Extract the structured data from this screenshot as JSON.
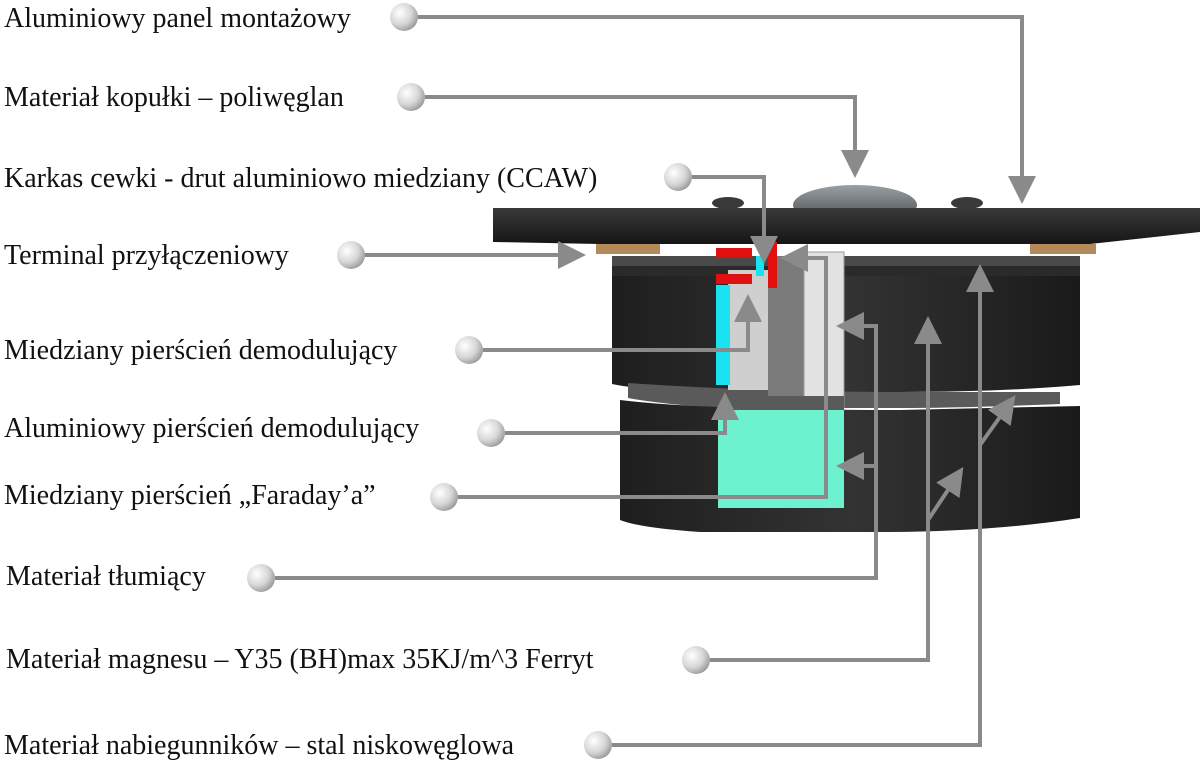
{
  "labels": [
    {
      "id": "mounting-panel",
      "text": "Aluminiowy panel montażowy"
    },
    {
      "id": "dome",
      "text": "Materiał kopułki – poliwęglan"
    },
    {
      "id": "voice-coil",
      "text": "Karkas cewki - drut aluminiowo miedziany (CCAW)"
    },
    {
      "id": "terminal",
      "text": "Terminal przyłączeniowy"
    },
    {
      "id": "copper-demod-ring",
      "text": "Miedziany pierścień demodulujący"
    },
    {
      "id": "aluminium-demod-ring",
      "text": "Aluminiowy pierścień demodulujący"
    },
    {
      "id": "faraday-ring",
      "text": "Miedziany pierścień „Faraday’a”"
    },
    {
      "id": "damping",
      "text": "Materiał tłumiący"
    },
    {
      "id": "magnet",
      "text": "Materiał magnesu – Y35 (BH)max 35KJ/m^3 Ferryt"
    },
    {
      "id": "pole-pieces",
      "text": "Materiał nabiegunników – stal niskowęglowa"
    }
  ],
  "colors": {
    "leader": "#8a8a8a",
    "body_dark": "#2b2b2b",
    "plate": "#1c1c1c",
    "copper": "#e01010",
    "cyan": "#19e3f0",
    "mint": "#6df2cf",
    "aluminium": "#d0d0d0",
    "terminal": "#b58a5a"
  }
}
